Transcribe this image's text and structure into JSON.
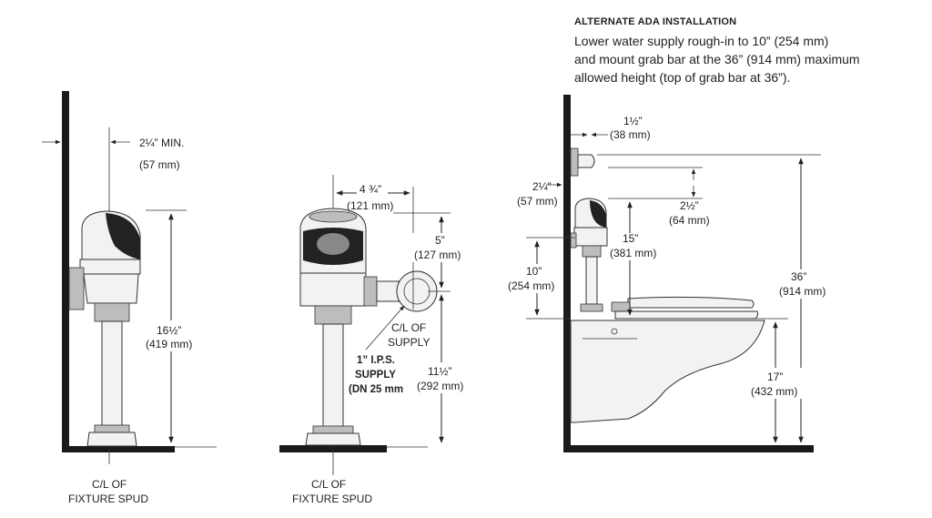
{
  "notes": {
    "title": "ALTERNATE ADA INSTALLATION",
    "line1": "Lower water supply rough-in to 10” (254 mm)",
    "line2": "and mount grab bar at the 36” (914 mm) maximum",
    "line3": "allowed height (top of grab bar at 36”)."
  },
  "side_view": {
    "min_in": "2¼” MIN.",
    "min_mm": "(57 mm)",
    "height_in": "16½”",
    "height_mm": "(419 mm)",
    "cl_line1": "C/L OF",
    "cl_line2": "FIXTURE SPUD"
  },
  "front_view": {
    "width_in": "4 ¾”",
    "width_mm": "(121 mm)",
    "five_in": "5”",
    "five_mm": "(127 mm)",
    "cl_supply1": "C/L OF",
    "cl_supply2": "SUPPLY",
    "ips1": "1” I.P.S.",
    "ips2": "SUPPLY",
    "ips3": "(DN 25 mm",
    "eleven_in": "11½”",
    "eleven_mm": "(292 mm)",
    "cl_line1": "C/L OF",
    "cl_line2": "FIXTURE SPUD"
  },
  "ada_view": {
    "one_half_in": "1½”",
    "one_half_mm": "(38 mm)",
    "two_quarter_in": "2¼”",
    "two_quarter_mm": "(57 mm)",
    "two_half_in": "2½”",
    "two_half_mm": "(64 mm)",
    "fifteen_in": "15”",
    "fifteen_mm": "(381 mm)",
    "ten_in": "10”",
    "ten_mm": "(254 mm)",
    "thirtysix_in": "36”",
    "thirtysix_mm": "(914 mm)",
    "seventeen_in": "17”",
    "seventeen_mm": "(432 mm)"
  }
}
